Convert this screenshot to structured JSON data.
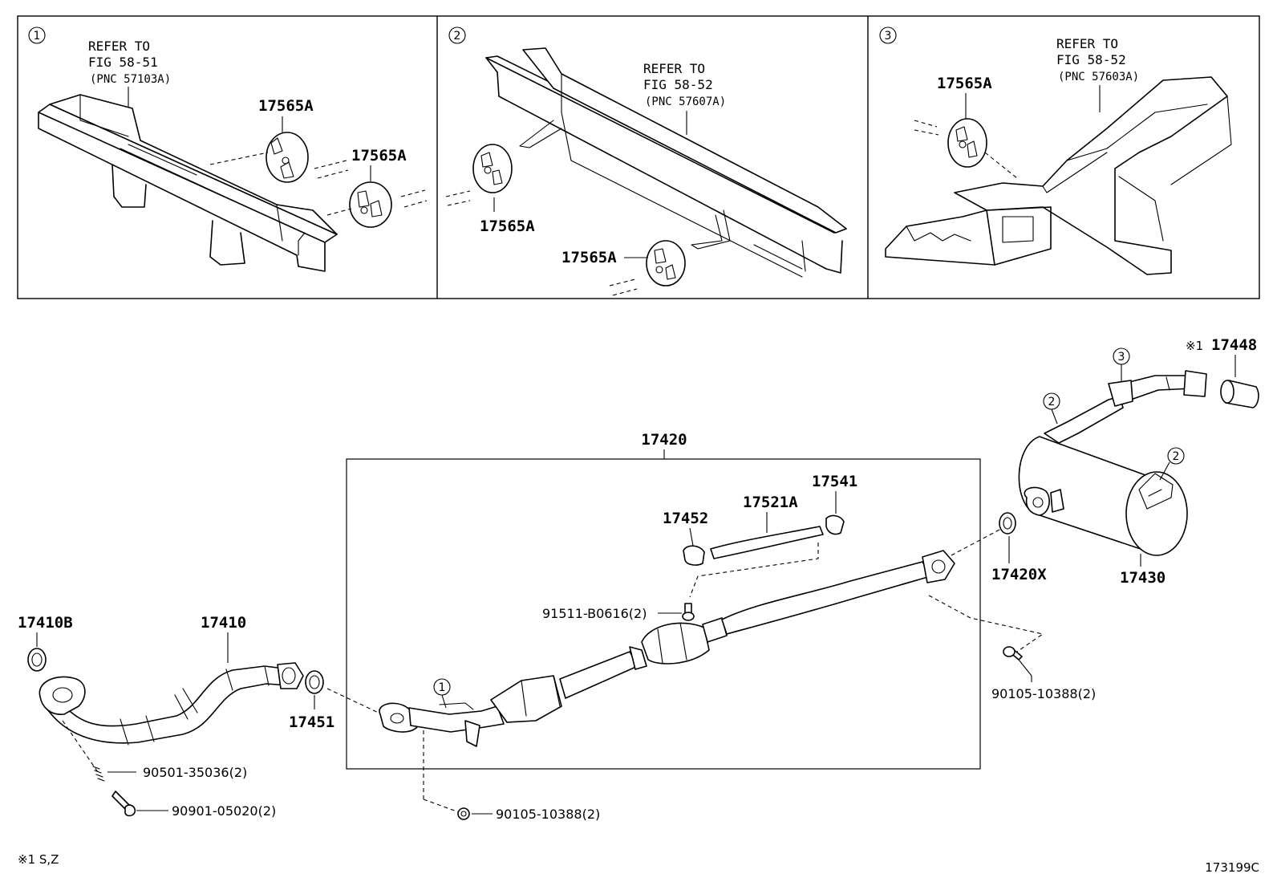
{
  "panels": [
    {
      "num": "1",
      "refer_to": "REFER TO",
      "fig": "FIG 58-51",
      "pnc": "(PNC 57103A)",
      "labels": [
        "17565A",
        "17565A"
      ]
    },
    {
      "num": "2",
      "refer_to": "REFER TO",
      "fig": "FIG 58-52",
      "pnc": "(PNC 57607A)",
      "labels": [
        "17565A",
        "17565A"
      ]
    },
    {
      "num": "3",
      "refer_to": "REFER TO",
      "fig": "FIG 58-52",
      "pnc": "(PNC 57603A)",
      "labels": [
        "17565A"
      ]
    }
  ],
  "parts": {
    "p17420": "17420",
    "p17541": "17541",
    "p17521A": "17521A",
    "p17452": "17452",
    "p91511": "91511-B0616(2)",
    "p17410B": "17410B",
    "p17410": "17410",
    "p17451": "17451",
    "p90501": "90501-35036(2)",
    "p90901": "90901-05020(2)",
    "p90105a": "90105-10388(2)",
    "p90105b": "90105-10388(2)",
    "p17420X": "17420X",
    "p17430": "17430",
    "p17448": "17448",
    "mark17448": "※1"
  },
  "callouts": {
    "c1": "1",
    "c2a": "2",
    "c2b": "2",
    "c3": "3"
  },
  "footnote": "※1 S,Z",
  "diagram_code": "173199C"
}
